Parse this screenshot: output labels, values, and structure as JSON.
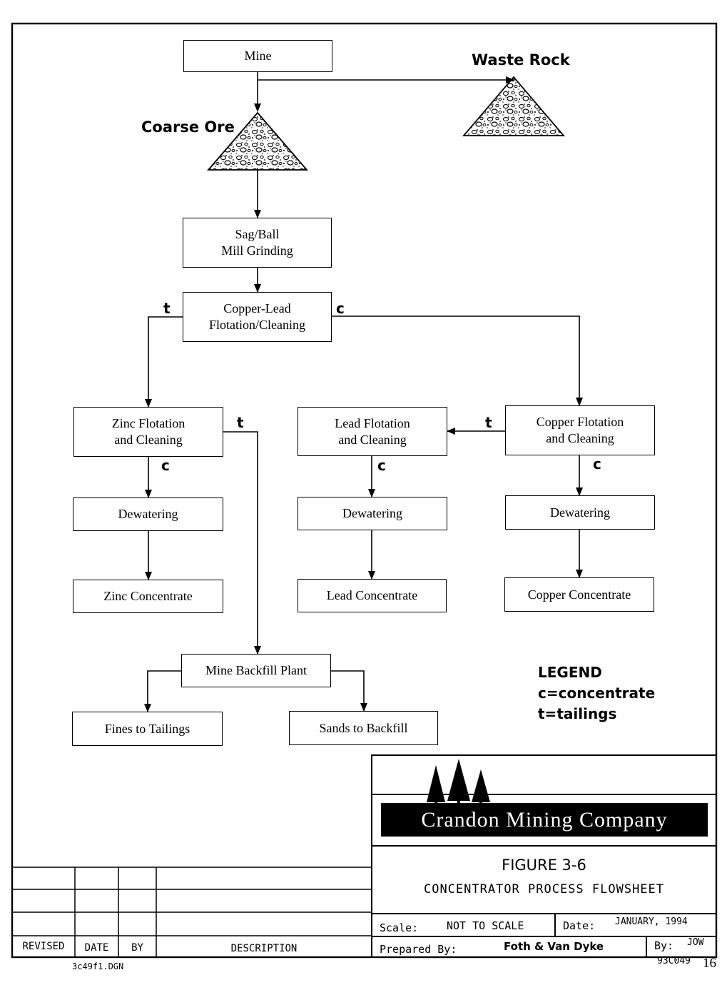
{
  "flow": {
    "mine": "Mine",
    "waste_rock": "Waste Rock",
    "coarse_ore": "Coarse Ore",
    "grinding": "Sag/Ball\nMill Grinding",
    "cu_pb_flotation": "Copper-Lead\nFlotation/Cleaning",
    "zinc_flotation": "Zinc Flotation\nand Cleaning",
    "lead_flotation": "Lead Flotation\nand Cleaning",
    "copper_flotation": "Copper Flotation\nand Cleaning",
    "dewatering_zn": "Dewatering",
    "dewatering_pb": "Dewatering",
    "dewatering_cu": "Dewatering",
    "zinc_concentrate": "Zinc Concentrate",
    "lead_concentrate": "Lead Concentrate",
    "copper_concentrate": "Copper Concentrate",
    "backfill_plant": "Mine Backfill Plant",
    "fines": "Fines to Tailings",
    "sands": "Sands to Backfill"
  },
  "edge_labels": {
    "tailings": "t",
    "concentrate": "c"
  },
  "legend": {
    "title": "LEGEND",
    "c": "c=concentrate",
    "t": "t=tailings"
  },
  "title_block": {
    "company": "Crandon Mining Company",
    "figure": "FIGURE 3-6",
    "subtitle": "CONCENTRATOR PROCESS FLOWSHEET",
    "scale_label": "Scale:",
    "scale_value": "NOT TO SCALE",
    "date_label": "Date:",
    "date_value": "JANUARY, 1994",
    "prepared_label": "Prepared By:",
    "prepared_value": "Foth & Van Dyke",
    "by_label": "By:",
    "by_value": "JOW",
    "drawing_number": "93C049",
    "page_number": "16"
  },
  "revision_block": {
    "revised": "REVISED",
    "date": "DATE",
    "by": "BY",
    "description": "DESCRIPTION"
  },
  "file_name": "3c49f1.DGN"
}
